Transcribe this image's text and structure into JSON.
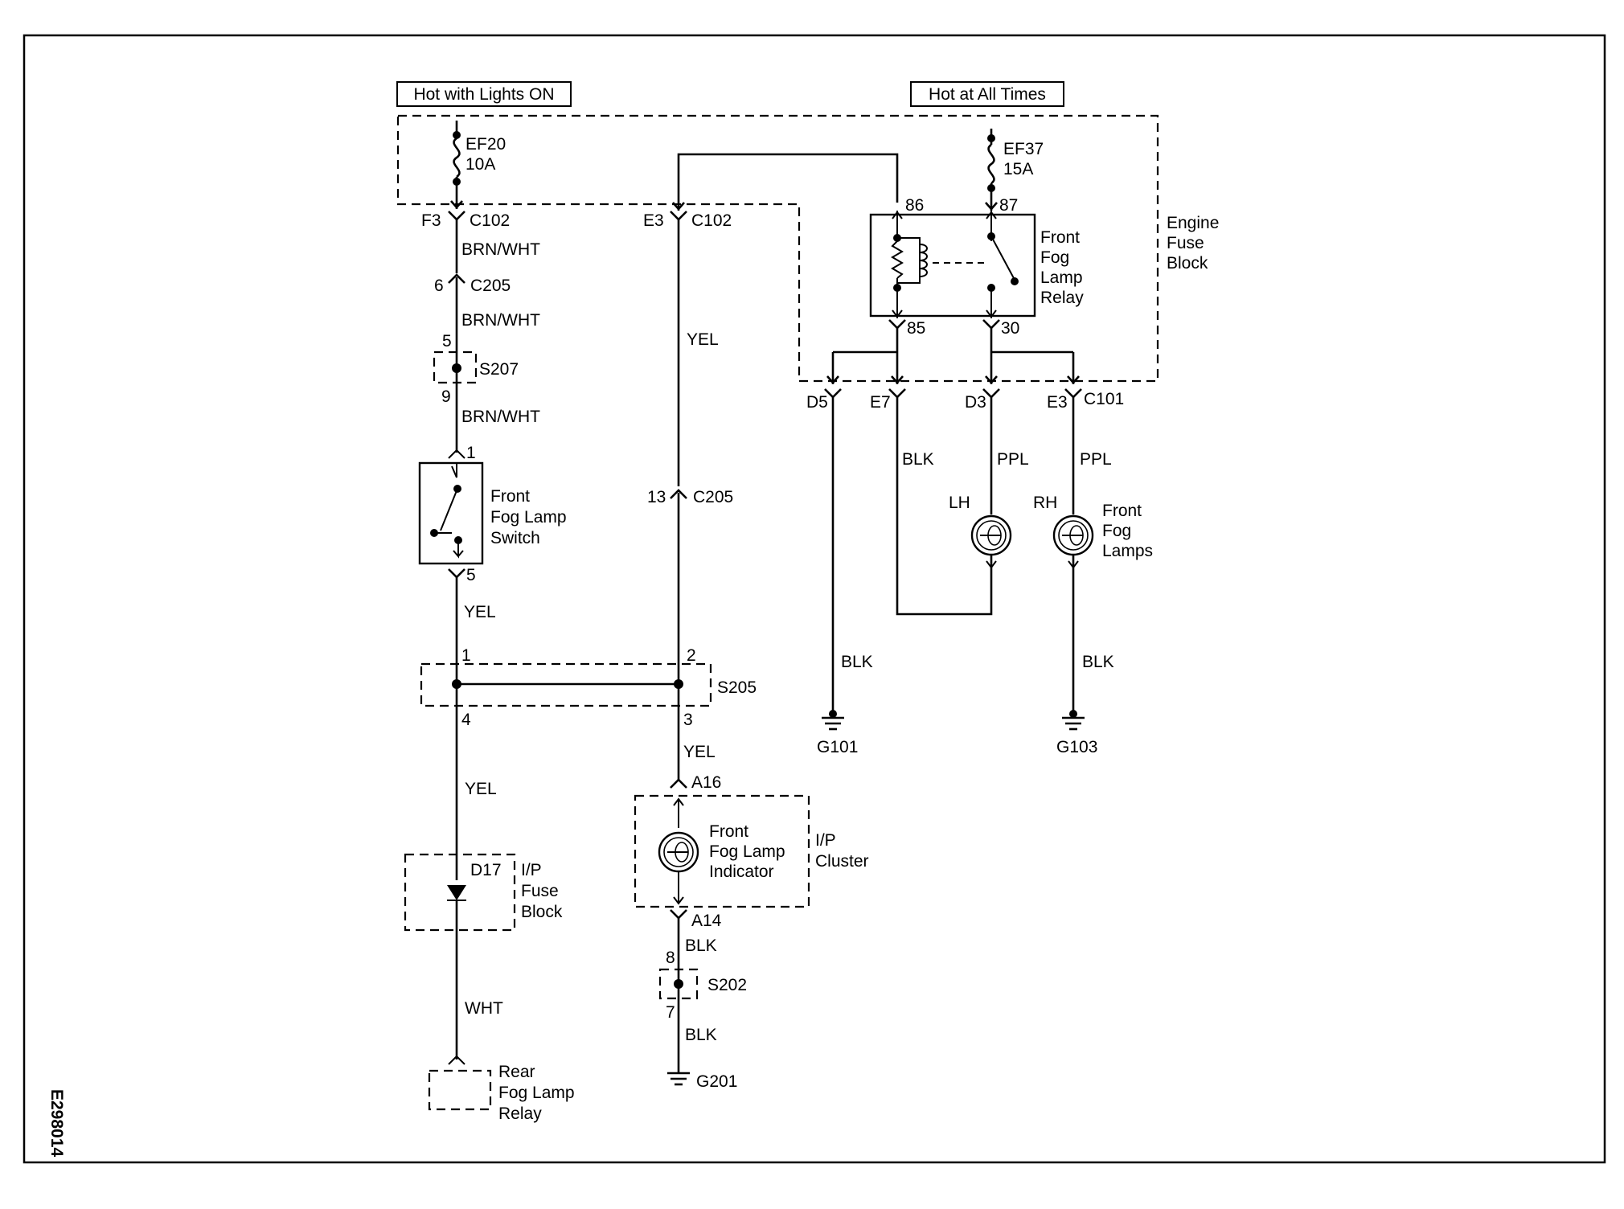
{
  "supply": {
    "lights_on": "Hot with Lights ON",
    "all_times": "Hot at All Times"
  },
  "fuses": {
    "ef20_name": "EF20",
    "ef20_rating": "10A",
    "ef37_name": "EF37",
    "ef37_rating": "15A"
  },
  "blocks": {
    "engine_fuse_block": [
      "Engine",
      "Fuse",
      "Block"
    ],
    "relay": [
      "Front",
      "Fog",
      "Lamp",
      "Relay"
    ],
    "switch": [
      "Front",
      "Fog Lamp",
      "Switch"
    ],
    "ip_fuse_block": [
      "I/P",
      "Fuse",
      "Block"
    ],
    "rear_relay": [
      "Rear",
      "Fog Lamp",
      "Relay"
    ],
    "indicator": [
      "Front",
      "Fog Lamp",
      "Indicator"
    ],
    "cluster": [
      "I/P",
      "Cluster"
    ],
    "fog_lamps": [
      "Front",
      "Fog",
      "Lamps"
    ]
  },
  "connectors": {
    "c102": "C102",
    "c205": "C205",
    "c101": "C101",
    "f3": "F3",
    "e3": "E3",
    "d5": "D5",
    "e7": "E7",
    "d3": "D3",
    "a16": "A16",
    "a14": "A14",
    "d17": "D17",
    "pin_86": "86",
    "pin_87": "87",
    "pin_85": "85",
    "pin_30": "30",
    "pin_1": "1",
    "pin_2": "2",
    "pin_3": "3",
    "pin_4": "4",
    "pin_5": "5",
    "pin_6": "6",
    "pin_7": "7",
    "pin_8": "8",
    "pin_9": "9",
    "pin_13": "13"
  },
  "splices": {
    "s207": "S207",
    "s205": "S205",
    "s202": "S202"
  },
  "wires": {
    "brn_wht": "BRN/WHT",
    "yel": "YEL",
    "blk": "BLK",
    "ppl": "PPL",
    "wht": "WHT"
  },
  "lamps": {
    "lh": "LH",
    "rh": "RH"
  },
  "grounds": {
    "g101": "G101",
    "g103": "G103",
    "g201": "G201"
  },
  "figure_id": "E298014"
}
